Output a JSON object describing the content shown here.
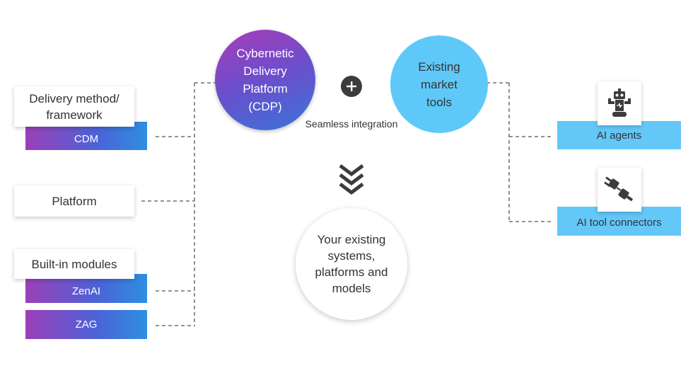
{
  "left": {
    "delivery_card": "Delivery method/ framework",
    "cdm_bar": "CDM",
    "platform_card": "Platform",
    "modules_card": "Built-in modules",
    "zenai_bar": "ZenAI",
    "zag_bar": "ZAG"
  },
  "center": {
    "cdp_circle": "Cybernetic Delivery Platform (CDP)",
    "market_circle": "Existing market tools",
    "integration_note": "Seamless integration",
    "systems_circle": "Your existing systems, platforms and models"
  },
  "right": {
    "agents_bar": "AI agents",
    "connectors_bar": "AI tool connectors"
  },
  "icons": [
    "plus-icon",
    "chevron-down-icon",
    "robot-icon",
    "plug-icon"
  ],
  "colors": {
    "gradient_start": "#9b3fb8",
    "gradient_end": "#2e8fe0",
    "light_blue": "#63c7f8",
    "dark": "#3c3c3c"
  }
}
